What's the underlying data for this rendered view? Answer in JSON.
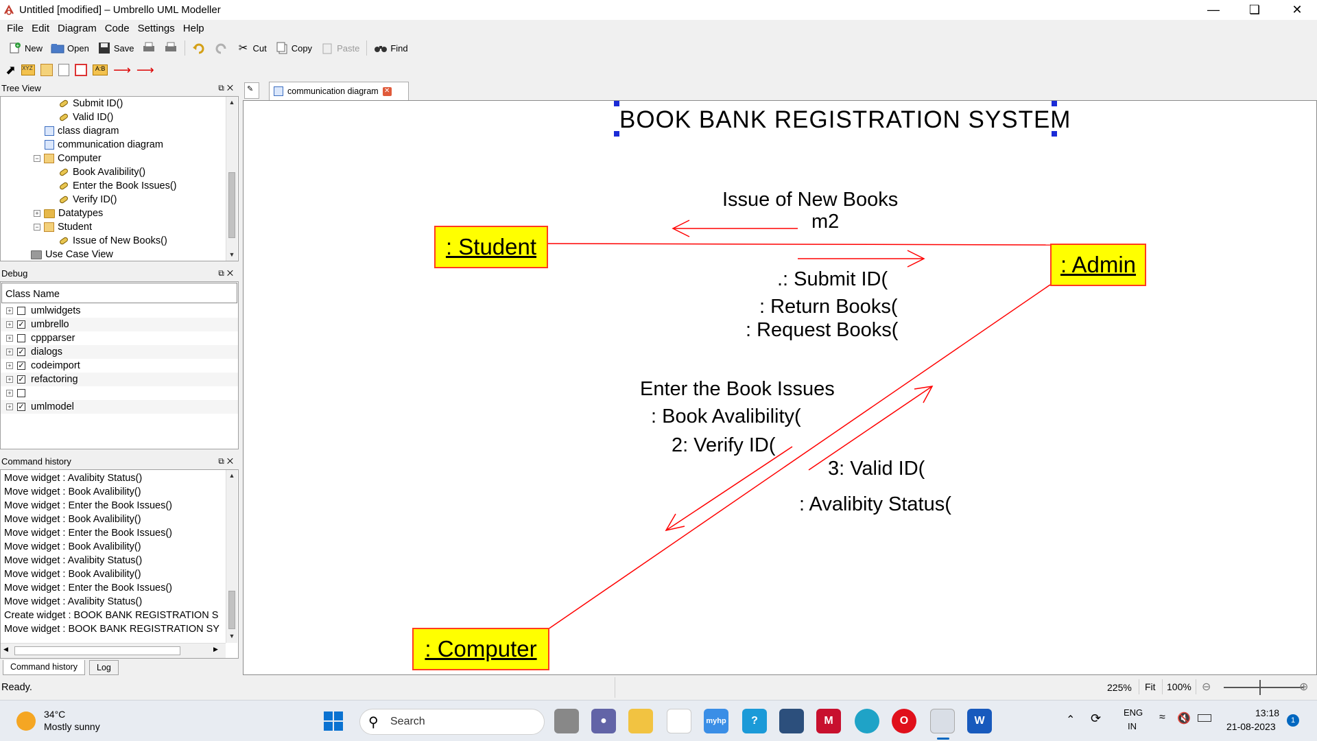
{
  "window": {
    "title": "Untitled [modified] – Umbrello UML Modeller"
  },
  "menu": [
    "File",
    "Edit",
    "Diagram",
    "Code",
    "Settings",
    "Help"
  ],
  "toolbar": {
    "new": "New",
    "open": "Open",
    "save": "Save",
    "cut": "Cut",
    "copy": "Copy",
    "paste": "Paste",
    "find": "Find"
  },
  "tree_view": {
    "title": "Tree View",
    "items": [
      "Submit ID()",
      "Valid ID()",
      "class diagram",
      "communication diagram",
      "Computer",
      "Book Avalibility()",
      "Enter the Book Issues()",
      "Verify ID()",
      "Datatypes",
      "Student",
      "Issue of New Books()",
      "Use Case View"
    ]
  },
  "debug": {
    "title": "Debug",
    "column": "Class Name",
    "rows": [
      {
        "name": "umlwidgets",
        "checked": false
      },
      {
        "name": "umbrello",
        "checked": true
      },
      {
        "name": "cppparser",
        "checked": false
      },
      {
        "name": "dialogs",
        "checked": true
      },
      {
        "name": "codeimport",
        "checked": true
      },
      {
        "name": "refactoring",
        "checked": true
      },
      {
        "name": "",
        "checked": false
      },
      {
        "name": "umlmodel",
        "checked": true
      }
    ]
  },
  "command_history": {
    "title": "Command history",
    "items": [
      "Move widget : Avalibity Status()",
      "Move widget : Book Avalibility()",
      "Move widget : Enter the Book Issues()",
      "Move widget : Book Avalibility()",
      "Move widget : Enter the Book Issues()",
      "Move widget : Book Avalibility()",
      "Move widget : Avalibity Status()",
      "Move widget : Book Avalibility()",
      "Move widget : Enter the Book Issues()",
      "Move widget : Avalibity Status()",
      "Create widget : BOOK BANK REGISTRATION S",
      "Move widget : BOOK BANK REGISTRATION SY"
    ],
    "tabs": [
      "Command history",
      "Log"
    ]
  },
  "diagram_tab": {
    "label": "communication diagram"
  },
  "diagram": {
    "title": "BOOK BANK REGISTRATION SYSTEM",
    "objects": {
      "student": ": Student",
      "admin": ": Admin",
      "computer": ": Computer"
    },
    "messages": {
      "issue_new_books": "Issue of New Books",
      "m2": "m2",
      "submit_id": ".: Submit ID(",
      "return_books": ": Return Books(",
      "request_books": ": Request Books(",
      "enter_issues": "Enter the Book Issues",
      "book_availability": ": Book Avalibility(",
      "verify_id": "2: Verify ID(",
      "valid_id": "3: Valid ID(",
      "availability_status": ": Avalibity Status("
    }
  },
  "status": {
    "ready": "Ready.",
    "zoom": "225%",
    "fit": "Fit",
    "hundred": "100%"
  },
  "taskbar": {
    "weather_temp": "34°C",
    "weather_desc": "Mostly sunny",
    "search": "Search",
    "lang1": "ENG",
    "lang2": "IN",
    "time": "13:18",
    "date": "21-08-2023",
    "notif": "1"
  },
  "colors": {
    "object_fill": "#ffff00",
    "link": "#ff0000",
    "accent": "#0067c0"
  }
}
